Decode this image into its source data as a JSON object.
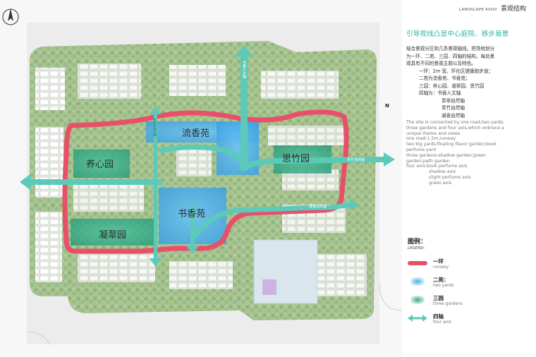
{
  "header": {
    "en": "LANDSCAPE AXISY",
    "cn": "景观结构"
  },
  "map": {
    "yards": [
      {
        "label": "流香苑"
      },
      {
        "label": "书香苑"
      }
    ],
    "gardens": [
      {
        "label": "养心园"
      },
      {
        "label": "凝翠园"
      },
      {
        "label": "思竹园"
      }
    ],
    "axis_labels": {
      "north_axis": "书香人文轴",
      "west_axis": "青翠自然轴",
      "east_axis": "青竹自然轴",
      "southeast_axis": "凝香自然轴"
    },
    "north_arrow": "N",
    "colors": {
      "runway": "#e8506a",
      "yard": "#4aaee8",
      "garden": "#3aab8a",
      "axis": "#5ccab8"
    }
  },
  "panel": {
    "title": "引导视线凸显中心庭院、移步易景",
    "cn_lines": [
      "结合景观分区和几条景观轴线，把场地划分",
      "为一环、二苑、三园、四轴的结构，每处景",
      "观具有不同的景观主题以及特色。"
    ],
    "cn_struct": {
      "one": "一环：2m 宽，环社区健康跑步道；",
      "two": "二苑为流香苑、书香苑；",
      "three": "三园：养心园、凝翠园、思竹园",
      "four": "四轴为：书香人文轴",
      "four_b": "青翠自然轴",
      "four_c": "青竹自然轴",
      "four_d": "凝香自然轴"
    },
    "en_lines": [
      "The site is connected by one road,two yards,",
      "three gardens and four axis,which enbrace a",
      "unique theme and views.",
      "one road:1.5m,runway",
      "two big yards:floating flavor garden;book",
      "perfume yard",
      "three gardens:shadow garden;green",
      "garden;path garden"
    ],
    "en_axis": {
      "a": "four axis:book perfume axis",
      "b": "shadow axis",
      "c": "slight perfume axis",
      "d": "green axis"
    }
  },
  "legend": {
    "title": "图例：",
    "title_en": "LEGEND:",
    "items": [
      {
        "cn": "一环",
        "en": "runway"
      },
      {
        "cn": "二苑：",
        "en": "two yards"
      },
      {
        "cn": "三园",
        "en": "three gardens"
      },
      {
        "cn": "四轴",
        "en": "four axis"
      }
    ]
  }
}
